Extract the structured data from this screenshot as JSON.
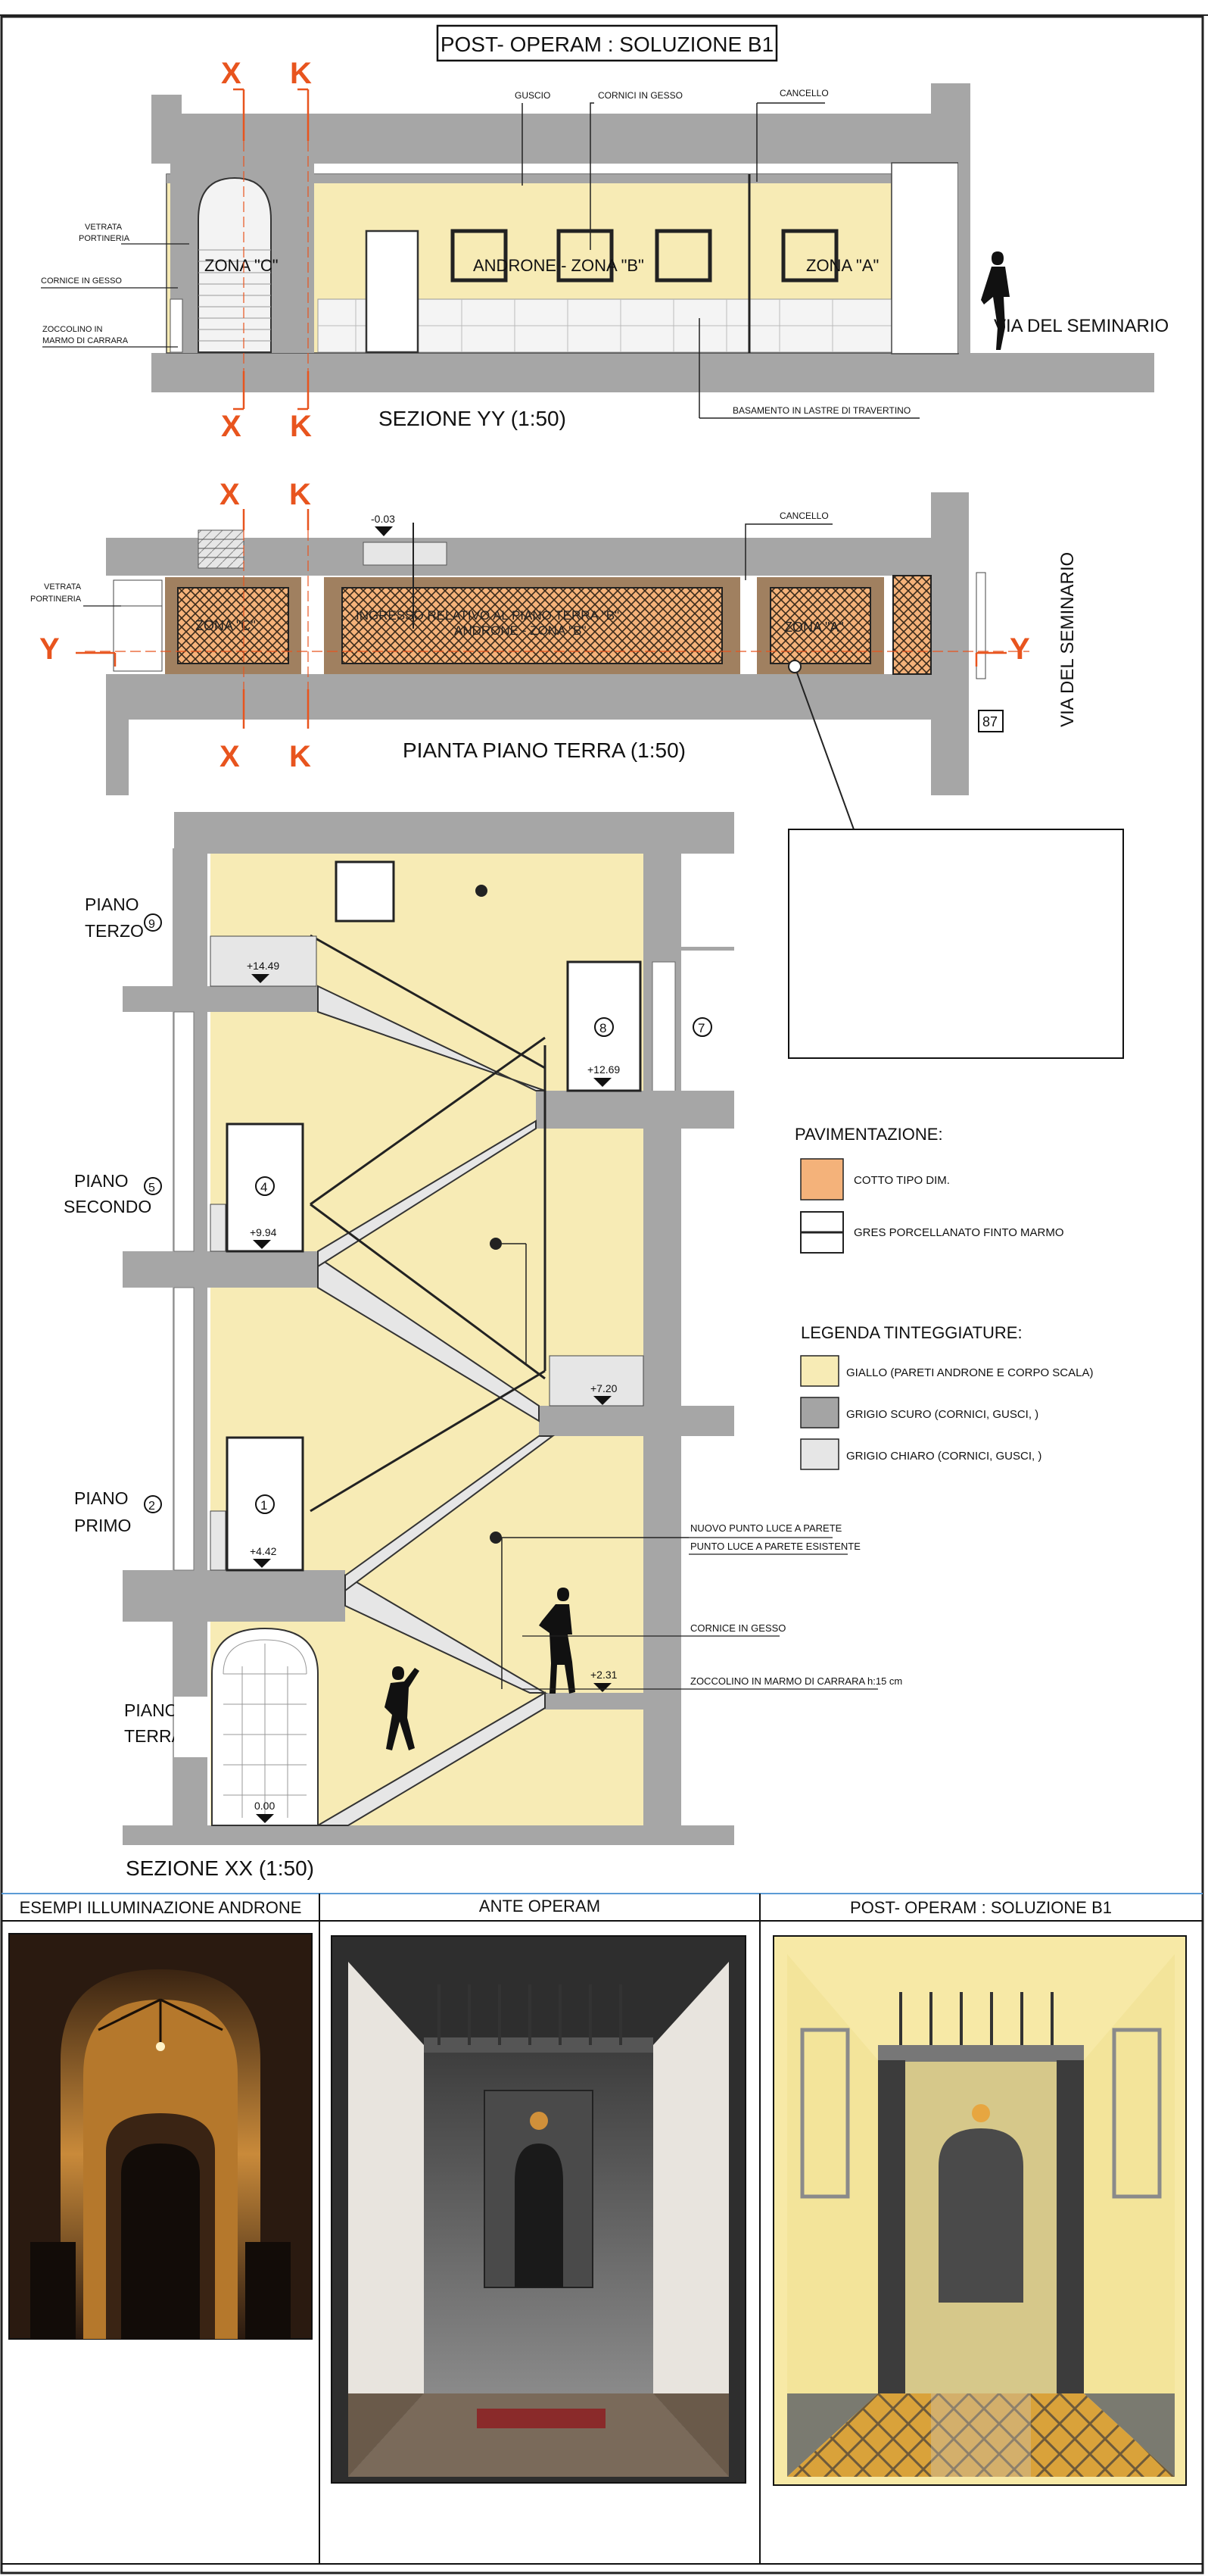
{
  "header_title": "POST- OPERAM : SOLUZIONE B1",
  "section_yy": {
    "title": "SEZIONE YY (1:50)",
    "labels": {
      "guscio": "GUSCIO",
      "cornici_gesso": "CORNICI IN GESSO",
      "cancello": "CANCELLO",
      "vetrata": "VETRATA",
      "portineria": "PORTINERIA",
      "cornice_gesso": "CORNICE IN GESSO",
      "zoccolino_1": "ZOCCOLINO IN",
      "zoccolino_2": "MARMO DI CARRARA",
      "basamento": "BASAMENTO IN LASTRE DI TRAVERTINO",
      "via": "VIA DEL SEMINARIO",
      "zona_c": "ZONA \"C\"",
      "zona_b": "ANDRONE - ZONA \"B\"",
      "zona_a": "ZONA \"A\""
    }
  },
  "plan": {
    "title": "PIANTA PIANO TERRA (1:50)",
    "level": "-0.03",
    "cancello": "CANCELLO",
    "vetrata": "VETRATA",
    "portineria": "PORTINERIA",
    "zona_c": "ZONA \"C\"",
    "androne_1": "INGRESSO RELATIVO AL PIANO TERRA \"B\"",
    "androne_2": "ANDRONE - ZONA \"B\"",
    "zona_a": "ZONA \"A\"",
    "via": "VIA DEL SEMINARIO",
    "civic": "87"
  },
  "cut_markers": {
    "x": "X",
    "k": "K",
    "y": "Y"
  },
  "section_xx": {
    "title": "SEZIONE XX (1:50)",
    "floors": {
      "terzo_1": "PIANO",
      "terzo_2": "TERZO",
      "terzo_n": "9",
      "secondo_1": "PIANO",
      "secondo_2": "SECONDO",
      "secondo_n": "5",
      "primo_1": "PIANO",
      "primo_2": "PRIMO",
      "primo_n": "2",
      "terra_1": "PIANO",
      "terra_2": "TERRA"
    },
    "levels": {
      "l1449": "+14.49",
      "l1269": "+12.69",
      "l994": "+9.94",
      "l720": "+7.20",
      "l442": "+4.42",
      "l231": "+2.31",
      "l000": "0.00"
    },
    "doors": {
      "d8": "8",
      "d7": "7",
      "d4": "4",
      "d1": "1"
    },
    "callouts": {
      "nuovo": "NUOVO PUNTO LUCE A PARETE",
      "esistente": "PUNTO LUCE A PARETE ESISTENTE",
      "cornice": "CORNICE IN GESSO",
      "zoccolino": "ZOCCOLINO IN MARMO DI CARRARA h:15 cm"
    }
  },
  "legend": {
    "pav_title": "PAVIMENTAZIONE:",
    "cotto": "COTTO TIPO DIM.",
    "gres": "GRES PORCELLANATO FINTO MARMO",
    "tint_title": "LEGENDA TINTEGGIATURE:",
    "giallo": "GIALLO (PARETI ANDRONE E CORPO SCALA)",
    "scuro": "GRIGIO SCURO (CORNICI, GUSCI, )",
    "chiaro": "GRIGIO CHIARO (CORNICI, GUSCI, )"
  },
  "colors": {
    "yellow": "#f7ebb5",
    "wall_grey": "#a6a6a6",
    "dark_grey": "#a4a4a4",
    "light_grey": "#e6e6e6",
    "cotto": "#f4b27a",
    "marker_red": "#e8541e"
  },
  "bottom_panels": {
    "p1": "ESEMPI ILLUMINAZIONE ANDRONE",
    "p2": "ANTE OPERAM",
    "p3": "POST- OPERAM : SOLUZIONE B1"
  }
}
